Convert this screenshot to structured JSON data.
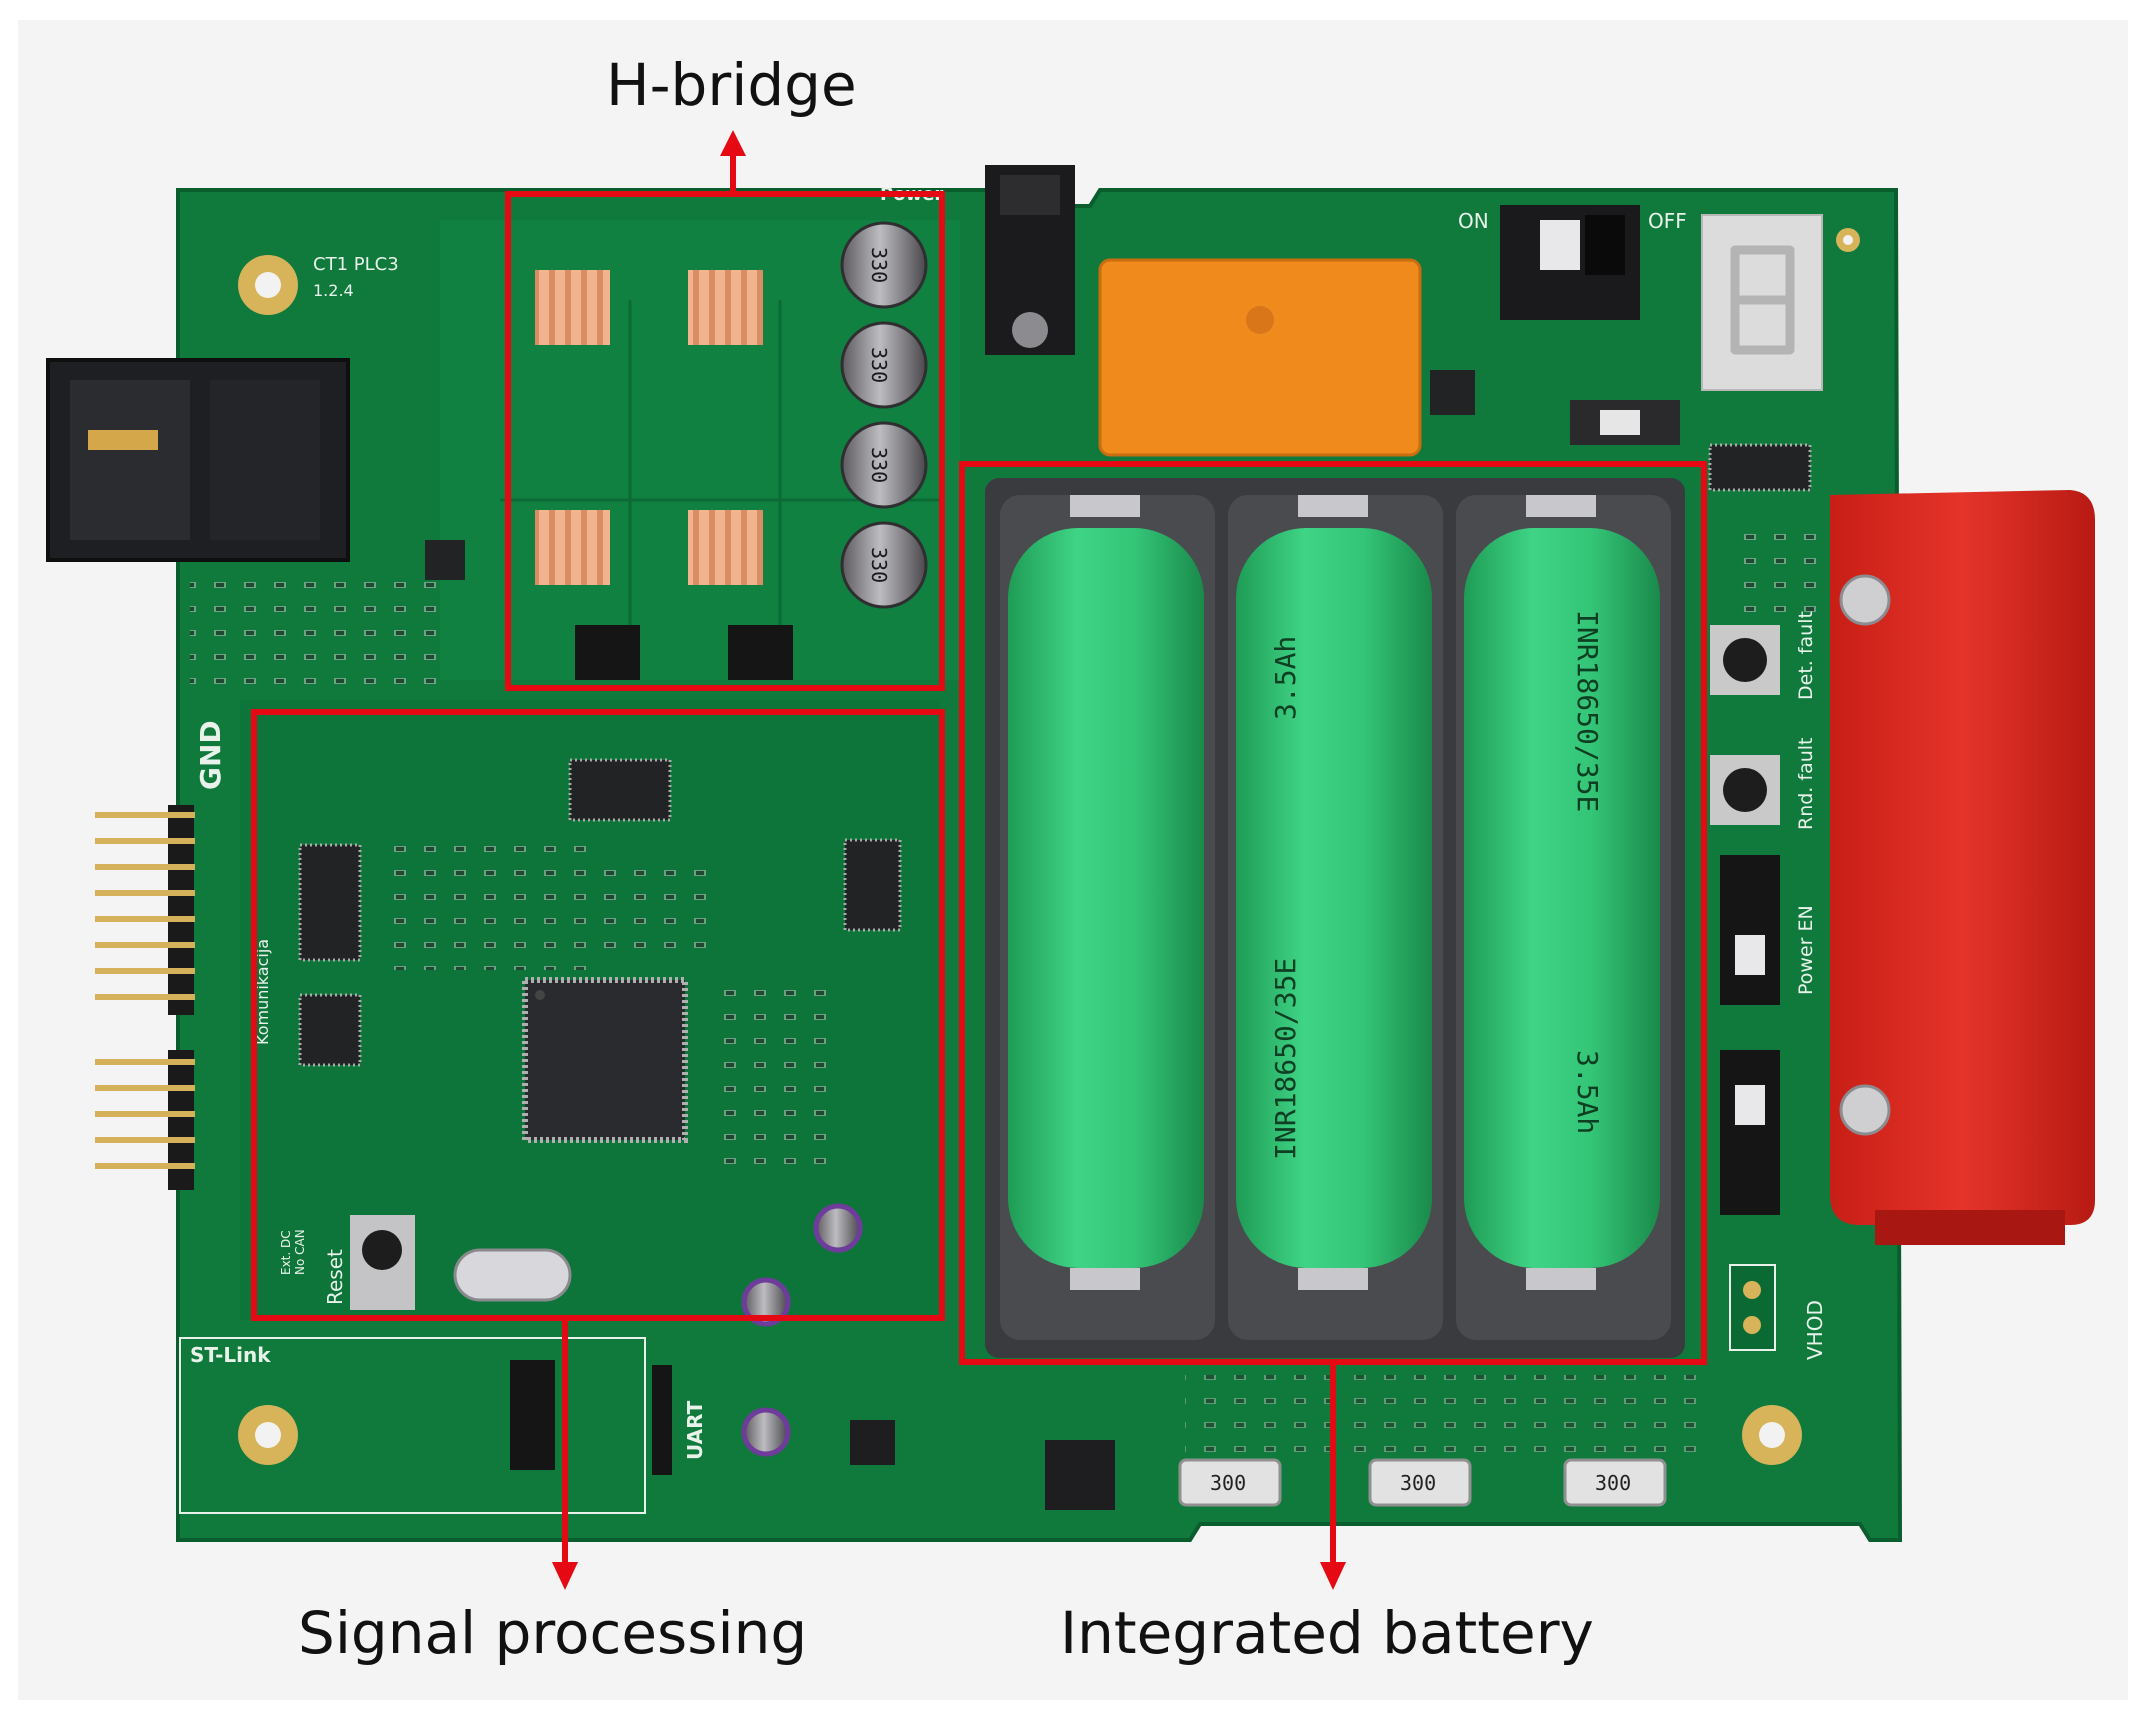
{
  "annotations": {
    "hbridge": "H-bridge",
    "signal_processing": "Signal processing",
    "integrated_battery": "Integrated battery"
  },
  "board_silkscreen": {
    "gnd": "GND",
    "st_link": "ST-Link",
    "uart": "UART",
    "reset": "Reset",
    "power_en": "Power EN",
    "det_fault": "Det. fault",
    "rnd_fault": "Rnd. fault",
    "vhod": "VHOD",
    "on": "ON",
    "off": "OFF",
    "power": "Power",
    "board_id": "CT1 PLC3",
    "board_rev": "1.2.4",
    "kommunikacija": "Komunikacija",
    "ext_dc": "Ext. DC",
    "no_can": "No CAN"
  },
  "battery_markings": {
    "cell_model": "INR18650/35E",
    "cell_capacity": "3.5Ah"
  },
  "capacitor_marking": "330",
  "resistor_marking": "300",
  "colors": {
    "pcb_green": "#0f7a3c",
    "highlight_red": "#e50914",
    "battery_green": "#2fbf6f",
    "relay_orange": "#f08a1c",
    "bracket_red": "#d9261c",
    "heatsink_copper": "#e8a07a"
  }
}
